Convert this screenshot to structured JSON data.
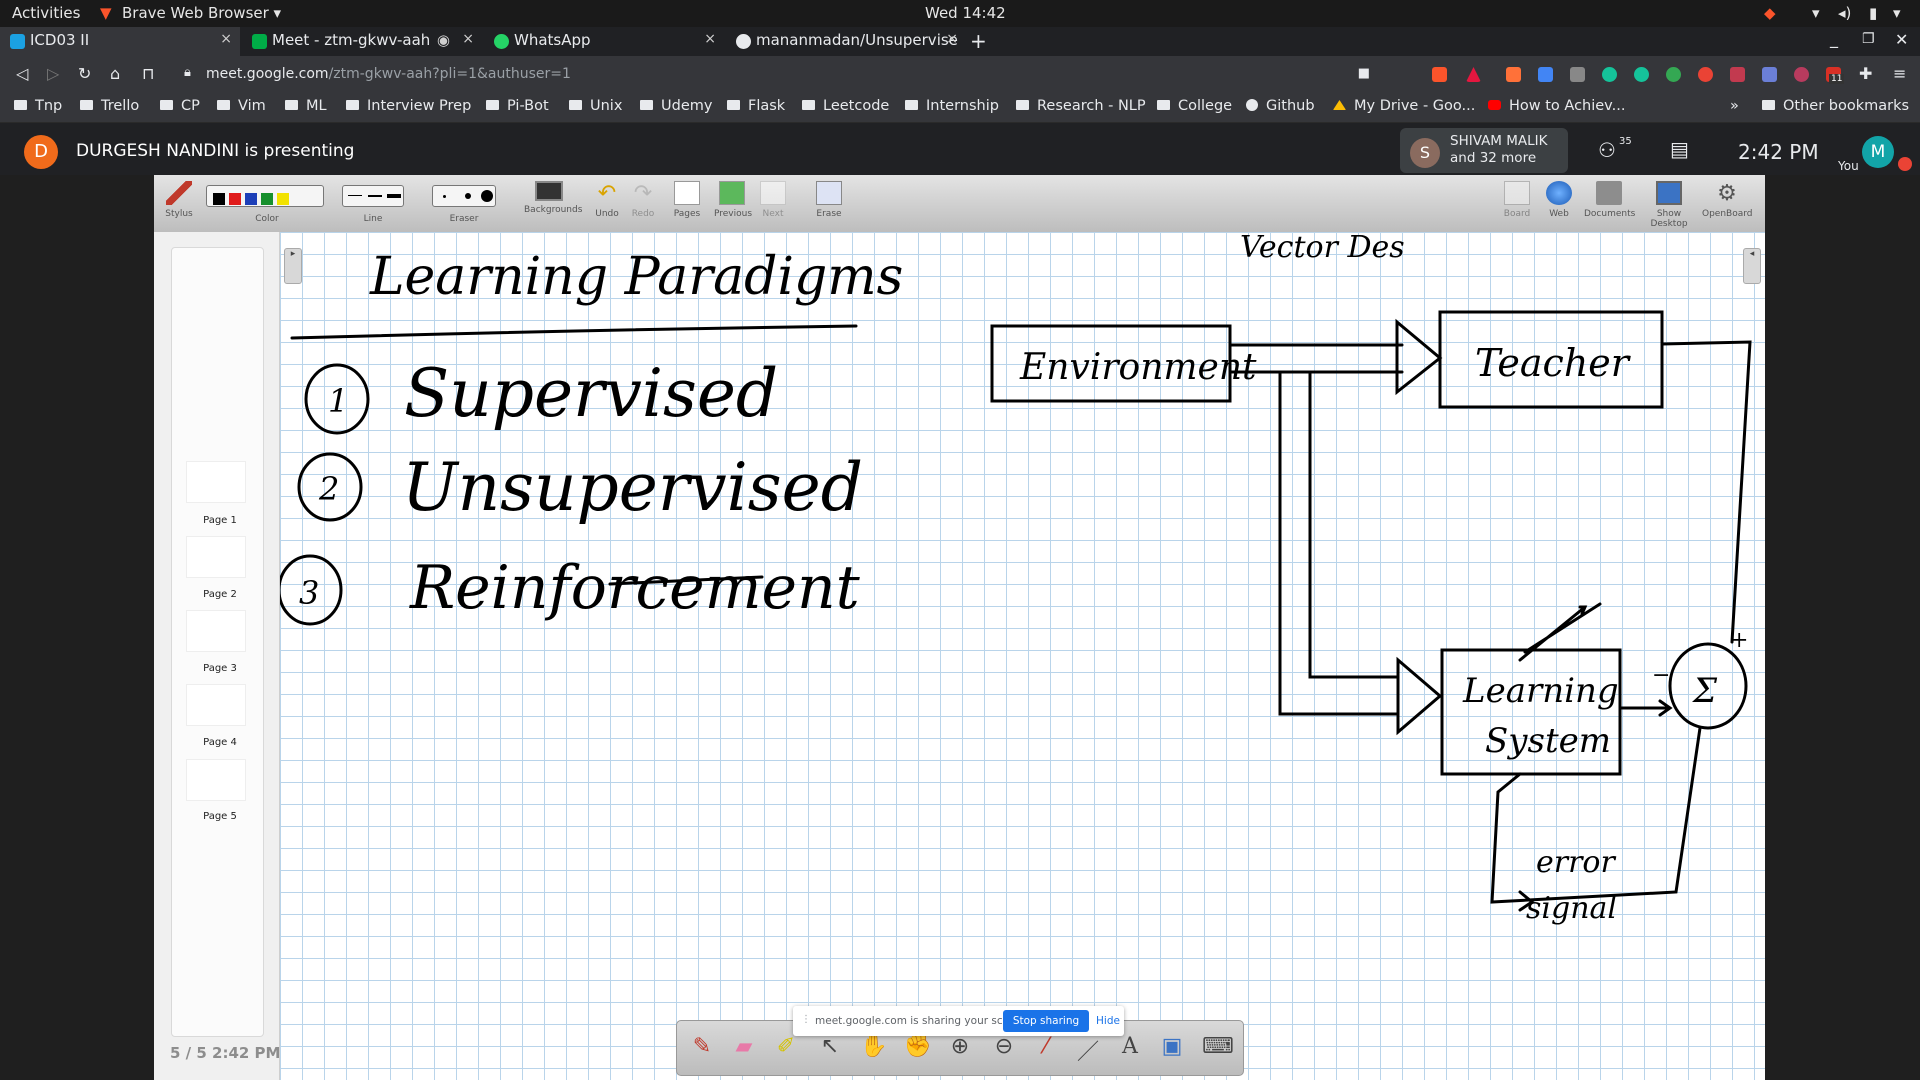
{
  "system": {
    "activities": "Activities",
    "app": "Brave Web Browser ▾",
    "clock": "Wed 14:42"
  },
  "tabs": [
    {
      "title": "ICD03 II",
      "close": "×"
    },
    {
      "title": "Meet - ztm-gkwv-aah",
      "close": "×"
    },
    {
      "title": "WhatsApp",
      "close": "×"
    },
    {
      "title": "mananmadan/Unsupervise",
      "close": "×"
    }
  ],
  "new_tab": "+",
  "address": {
    "host": "meet.google.com",
    "path": "/ztm-gkwv-aah?pli=1&authuser=1"
  },
  "bookmarks": [
    "Tnp",
    "Trello",
    "CP",
    "Vim",
    "ML",
    "Interview Prep",
    "Pi-Bot",
    "Unix",
    "Udemy",
    "Flask",
    "Leetcode",
    "Internship",
    "Research - NLP",
    "College",
    "Github",
    "My Drive - Goo...",
    "How to Achiev..."
  ],
  "bookmarks_overflow": "»",
  "other_bookmarks": "Other bookmarks",
  "ext_badge": "11",
  "meet": {
    "presenter_initial": "D",
    "presenting": "DURGESH NANDINI is presenting",
    "participant_initial": "S",
    "participant_name": "SHIVAM MALIK",
    "participant_more": "and 32 more",
    "people_count": "35",
    "time": "2:42 PM",
    "self_initial": "M",
    "self_label": "You"
  },
  "openboard": {
    "tools": [
      "Stylus",
      "Color",
      "Line",
      "Eraser",
      "Backgrounds",
      "Undo",
      "Redo",
      "Pages",
      "Previous",
      "Next",
      "Erase"
    ],
    "right_tools": [
      "Board",
      "Web",
      "Documents",
      "Show Desktop",
      "OpenBoard"
    ],
    "colors": [
      "#000000",
      "#e01b1b",
      "#1d3fb8",
      "#17902d",
      "#f2e200"
    ],
    "pages": [
      "Page 1",
      "Page 2",
      "Page 3",
      "Page 4",
      "Page 5"
    ],
    "timestamp": "5 / 5 2:42 PM"
  },
  "board": {
    "title": "Learning Paradigms",
    "items": [
      "Supervised",
      "Unsupervised",
      "Reinforcement"
    ],
    "numbers": [
      "1",
      "2",
      "3"
    ],
    "corner_note": "Vector Des",
    "boxes": {
      "environment": "Environment",
      "teacher": "Teacher",
      "learning_system_1": "Learning",
      "learning_system_2": "System",
      "sum": "Σ"
    },
    "signs": {
      "plus": "+",
      "minus": "−"
    },
    "error_label_1": "error",
    "error_label_2": "signal"
  },
  "share_banner": {
    "message": "meet.google.com is sharing your screen.",
    "stop": "Stop sharing",
    "hide": "Hide"
  }
}
